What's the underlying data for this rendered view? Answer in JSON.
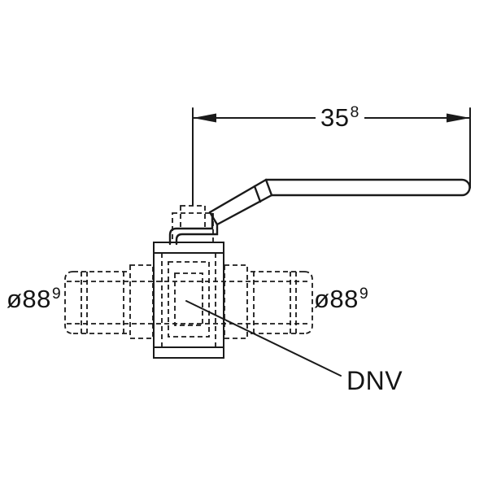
{
  "colors": {
    "background": "#ffffff",
    "line": "#1a1a1a",
    "text": "#141414"
  },
  "labels": {
    "dimension": {
      "value": "35",
      "superscript": "8"
    },
    "diameter_left": {
      "value": "ø88",
      "superscript": "9"
    },
    "diameter_right": {
      "value": "ø88",
      "superscript": "9"
    },
    "part": "DNV"
  }
}
